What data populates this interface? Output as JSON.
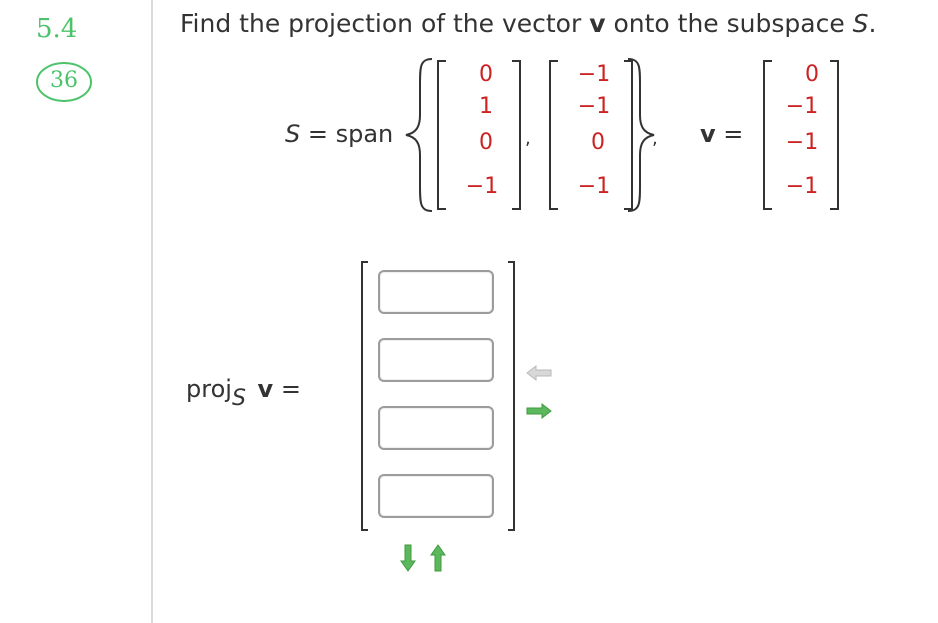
{
  "handwritten": {
    "section": "5.4",
    "problem": "36"
  },
  "prompt": {
    "find": "Find the projection of the vector ",
    "v": "v",
    "onto": " onto the subspace ",
    "S": "S",
    "period": "."
  },
  "span_label": {
    "S": "S",
    "eq_span": " = span"
  },
  "vectors": [
    [
      "0",
      "1",
      "0",
      "−1"
    ],
    [
      "−1",
      "−1",
      "0",
      "−1"
    ]
  ],
  "v_vector": [
    "0",
    "−1",
    "−1",
    "−1"
  ],
  "v_label": {
    "v": "v",
    "eq": "="
  },
  "comma": ",",
  "proj_label": {
    "proj": "proj",
    "sub": "S",
    "v": "v",
    "eq": "="
  },
  "answer_inputs": [
    "",
    "",
    "",
    ""
  ],
  "colors": {
    "entries": "#cc2222",
    "handwriting": "#4cc36a",
    "arrows": "#4caf50",
    "arrow_disabled": "#c8c8c8"
  }
}
